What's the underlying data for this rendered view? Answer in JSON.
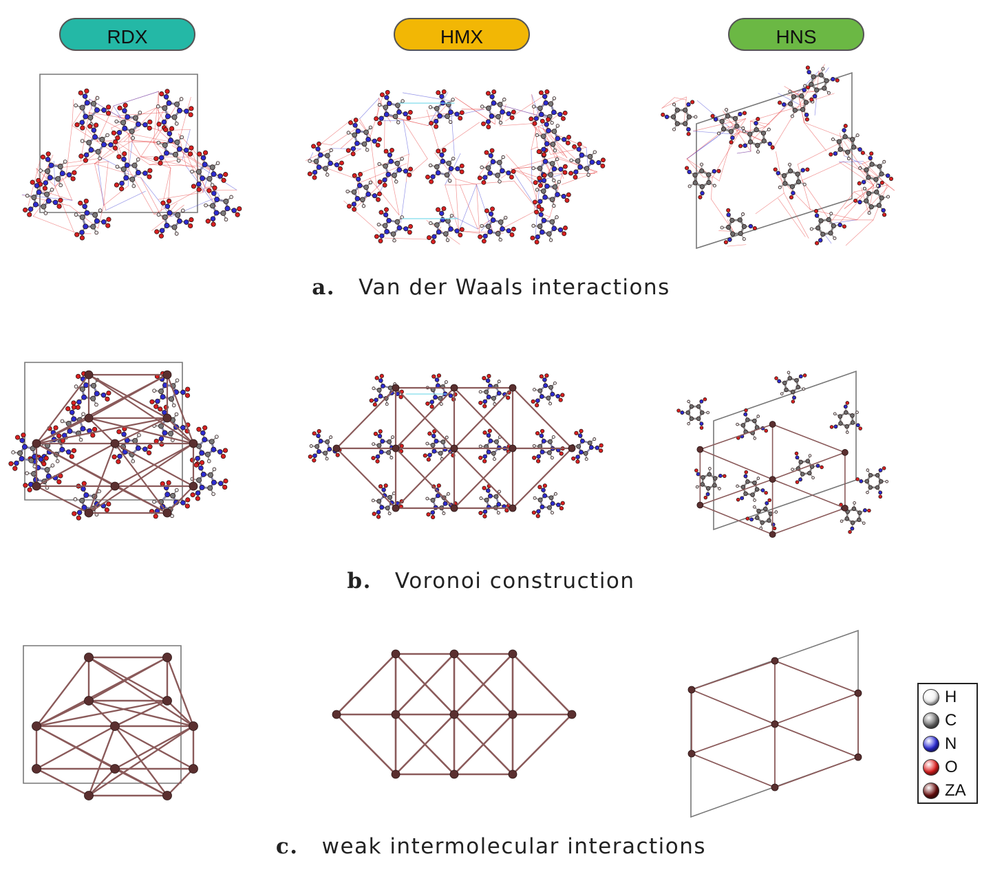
{
  "materials": [
    {
      "label": "RDX",
      "color": "#24b8a6"
    },
    {
      "label": "HMX",
      "color": "#f2b705"
    },
    {
      "label": "HNS",
      "color": "#6bb844"
    }
  ],
  "captions": [
    {
      "tag": "a.",
      "text": "Van der Waals interactions"
    },
    {
      "tag": "b.",
      "text": "Voronoi construction"
    },
    {
      "tag": "c.",
      "text": "weak intermolecular interactions"
    }
  ],
  "legend": [
    {
      "label": "H",
      "color": "#f2f2f2"
    },
    {
      "label": "C",
      "color": "#6e6e6e"
    },
    {
      "label": "N",
      "color": "#2a2ad6"
    },
    {
      "label": "O",
      "color": "#e01e1e"
    },
    {
      "label": "ZA",
      "color": "#6b0f0f"
    }
  ],
  "colors": {
    "network_edge": "#8a5a5a",
    "network_node": "#5a2f2f",
    "cell_outline": "#777777",
    "vdw_line": "#e84a4a",
    "vdw_line_blue": "#4a4ad8"
  }
}
